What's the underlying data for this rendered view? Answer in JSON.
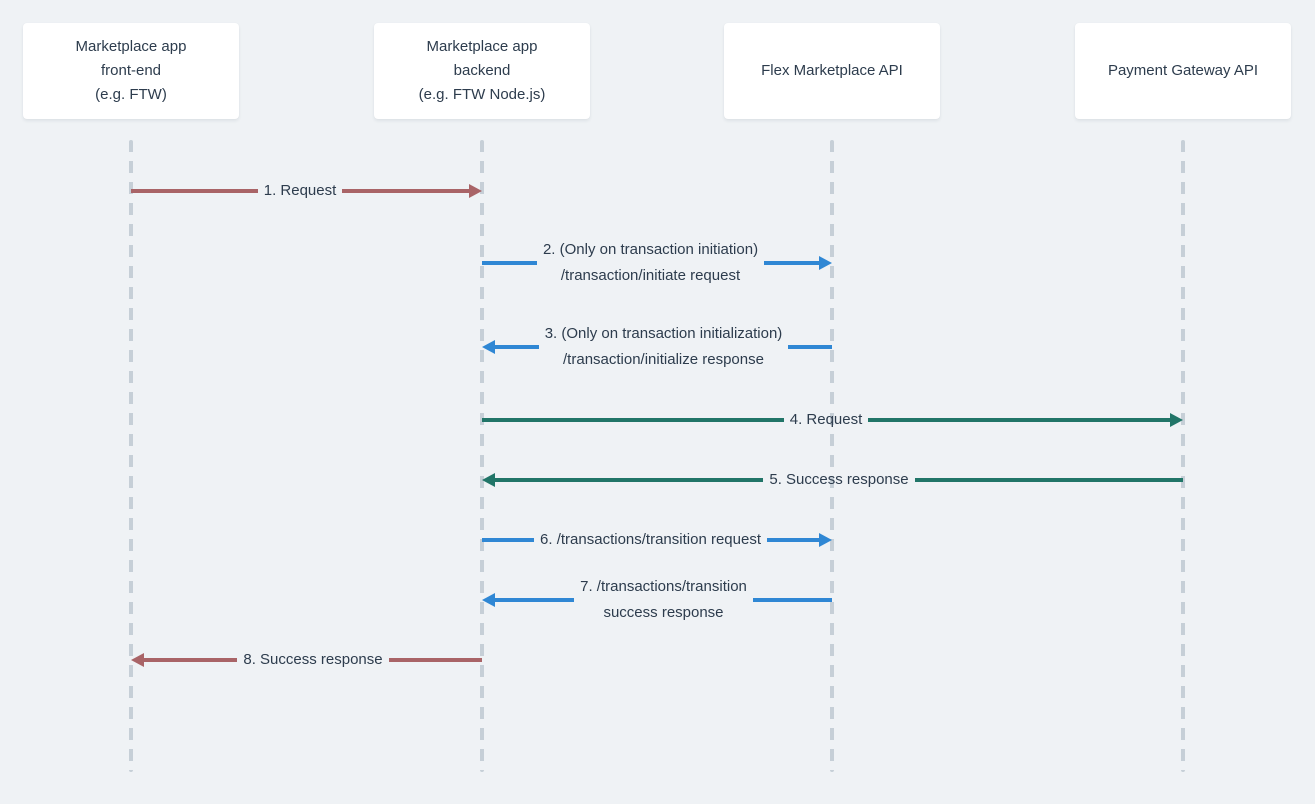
{
  "diagram": {
    "type": "sequence-diagram",
    "background_color": "#eff2f5",
    "text_color": "#2d3c4d",
    "lifeline_color": "#c6cfd7",
    "actor_box_color": "#ffffff",
    "arrow_colors": {
      "frontend_backend": "#a96467",
      "flex_marketplace_api": "#2f87d4",
      "payment_gateway_api": "#217568"
    },
    "actors": [
      {
        "id": "frontend",
        "label": "Marketplace app\nfront-end\n(e.g. FTW)"
      },
      {
        "id": "backend",
        "label": "Marketplace app\nbackend\n(e.g. FTW Node.js)"
      },
      {
        "id": "flex-api",
        "label": "Flex Marketplace API"
      },
      {
        "id": "payment-api",
        "label": "Payment Gateway API"
      }
    ],
    "messages": [
      {
        "seq": 1,
        "label": "1. Request",
        "from": "frontend",
        "to": "backend",
        "direction": "right",
        "color": "#a96467"
      },
      {
        "seq": 2,
        "label": "2. (Only on transaction initiation)\n/transaction/initiate request",
        "from": "backend",
        "to": "flex-api",
        "direction": "right",
        "color": "#2f87d4"
      },
      {
        "seq": 3,
        "label": "3. (Only on transaction initialization)\n/transaction/initialize response",
        "from": "flex-api",
        "to": "backend",
        "direction": "left",
        "color": "#2f87d4"
      },
      {
        "seq": 4,
        "label": "4. Request",
        "from": "backend",
        "to": "payment-api",
        "direction": "right",
        "color": "#217568"
      },
      {
        "seq": 5,
        "label": "5. Success response",
        "from": "payment-api",
        "to": "backend",
        "direction": "left",
        "color": "#217568"
      },
      {
        "seq": 6,
        "label": "6. /transactions/transition request",
        "from": "backend",
        "to": "flex-api",
        "direction": "right",
        "color": "#2f87d4"
      },
      {
        "seq": 7,
        "label": "7. /transactions/transition\nsuccess response",
        "from": "flex-api",
        "to": "backend",
        "direction": "left",
        "color": "#2f87d4"
      },
      {
        "seq": 8,
        "label": "8. Success response",
        "from": "backend",
        "to": "frontend",
        "direction": "left",
        "color": "#a96467"
      }
    ]
  }
}
